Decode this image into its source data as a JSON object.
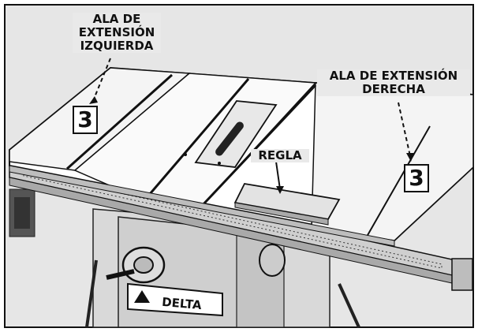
{
  "labels": {
    "left_wing": [
      "ALA DE",
      "EXTENSIÓN",
      "IZQUIERDA"
    ],
    "right_wing": [
      "ALA DE EXTENSIÓN",
      "DERECHA"
    ],
    "rail": "REGLA"
  },
  "callouts": {
    "left_number": "3",
    "right_number": "3"
  },
  "brand": "DELTA"
}
